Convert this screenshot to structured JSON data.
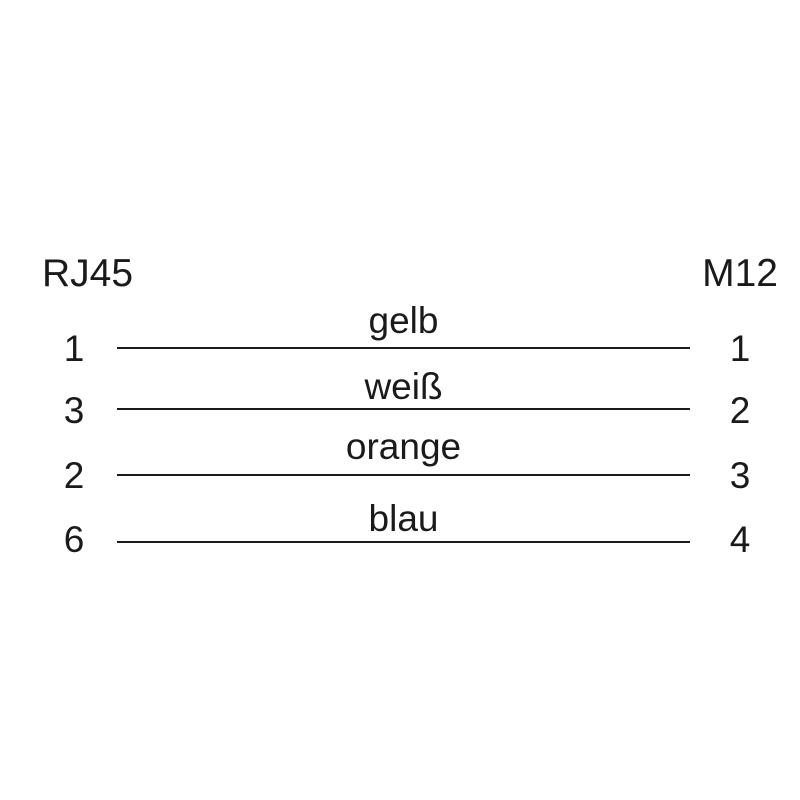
{
  "left_connector": "RJ45",
  "right_connector": "M12",
  "wires": [
    {
      "left_pin": "1",
      "color": "gelb",
      "right_pin": "1"
    },
    {
      "left_pin": "3",
      "color": "weiß",
      "right_pin": "2"
    },
    {
      "left_pin": "2",
      "color": "orange",
      "right_pin": "3"
    },
    {
      "left_pin": "6",
      "color": "blau",
      "right_pin": "4"
    }
  ],
  "colors": {
    "line": "#1a1a1a",
    "text": "#1a1a1a",
    "background": "#ffffff"
  }
}
